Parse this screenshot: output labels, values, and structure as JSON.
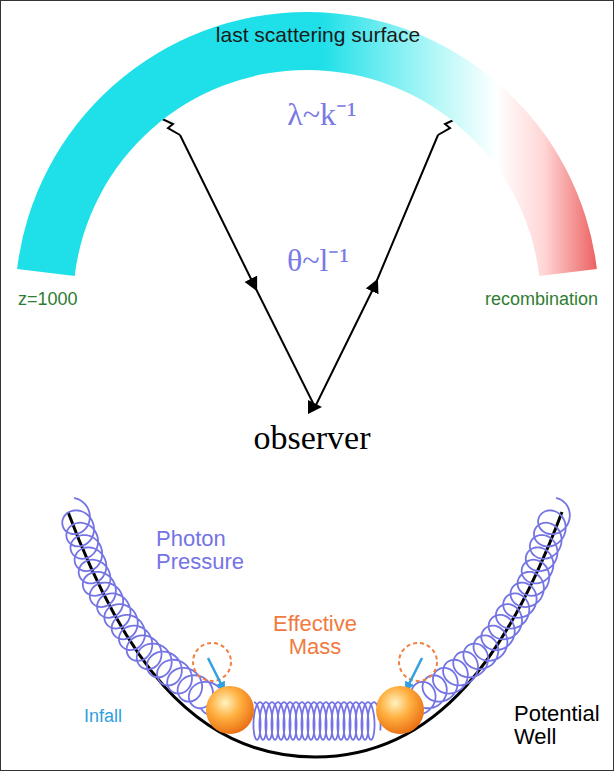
{
  "diagram": {
    "nodes": [
      {
        "text": [
          "last scattering surface"
        ]
      }
    ],
    "labels": [
      "λ~k⁻¹",
      "z=1000",
      "θ~l⁻¹",
      "recombination",
      "observer",
      "Photon Pressure",
      "Effective Mass",
      "Infall",
      "Potential Well"
    ]
  }
}
